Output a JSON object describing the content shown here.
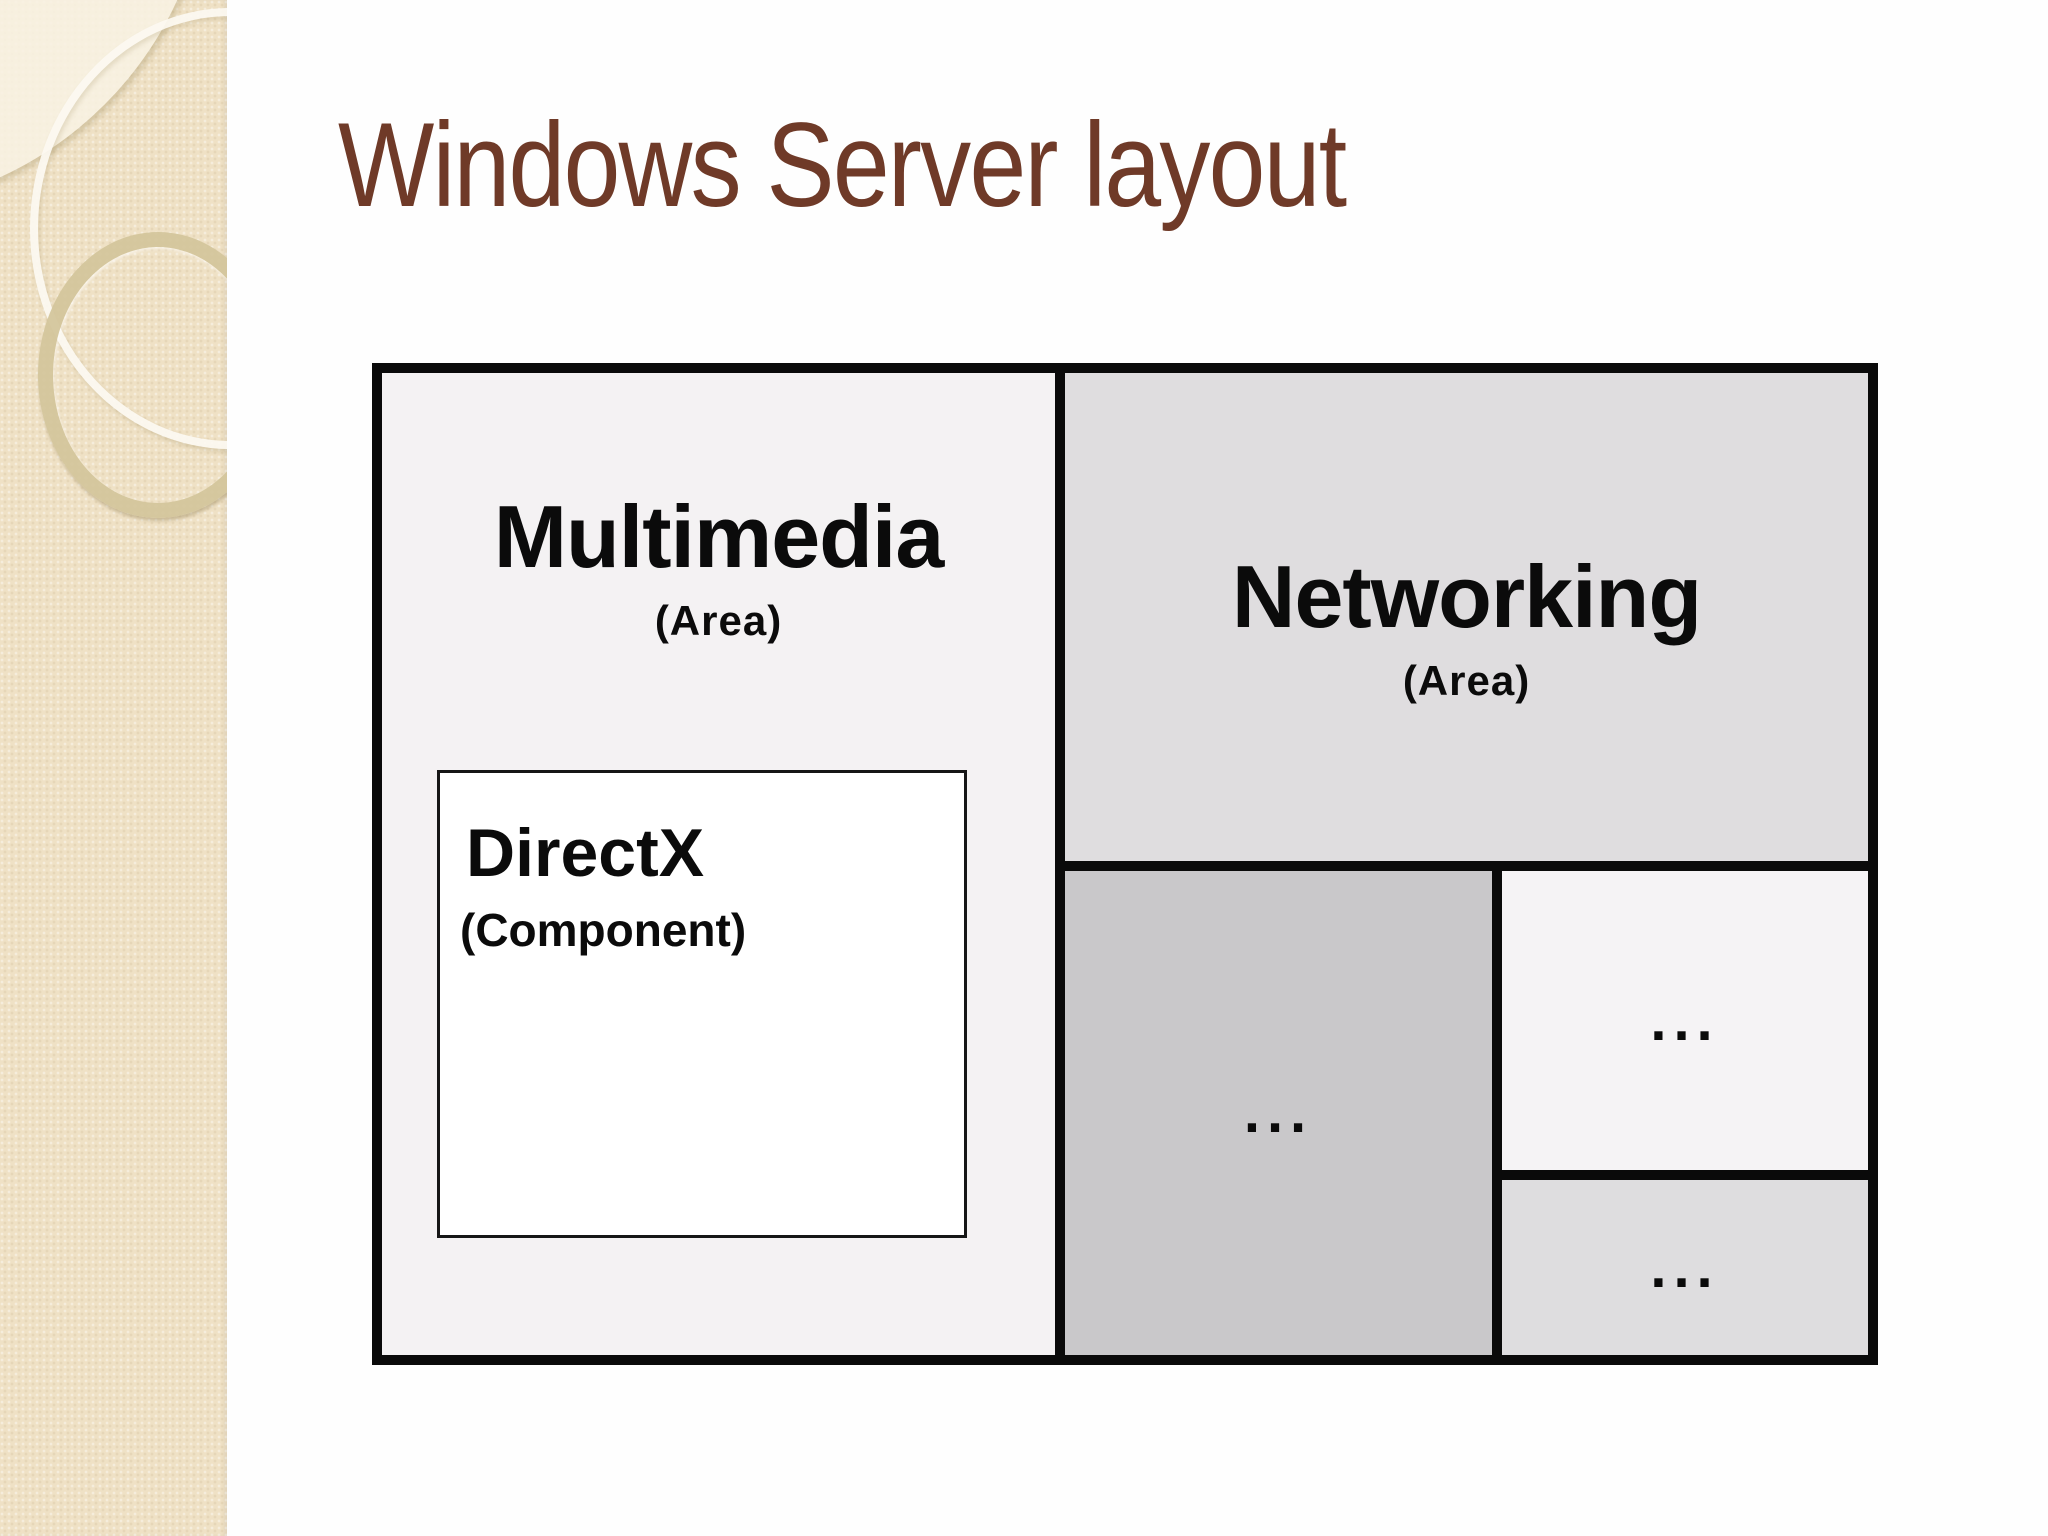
{
  "slide": {
    "title": "Windows Server layout"
  },
  "colors": {
    "title": "#6F3A28",
    "sidebar": "#EFE1C5",
    "border": "#0A0A0A",
    "multimedia_fill": "#F4F2F3",
    "networking_fill": "#DFDDDF",
    "submodule_large_fill": "#C9C8CA",
    "submodule_top_fill": "#F5F3F5",
    "submodule_bottom_fill": "#DEDDDF",
    "directx_fill": "#FFFFFF"
  },
  "diagram": {
    "multimedia": {
      "name": "Multimedia",
      "kind": "(Area)"
    },
    "directx": {
      "name": "DirectX",
      "kind": "(Component)"
    },
    "networking": {
      "name": "Networking",
      "kind": "(Area)"
    },
    "placeholders": {
      "large": "...",
      "top": "...",
      "bottom": "..."
    }
  }
}
